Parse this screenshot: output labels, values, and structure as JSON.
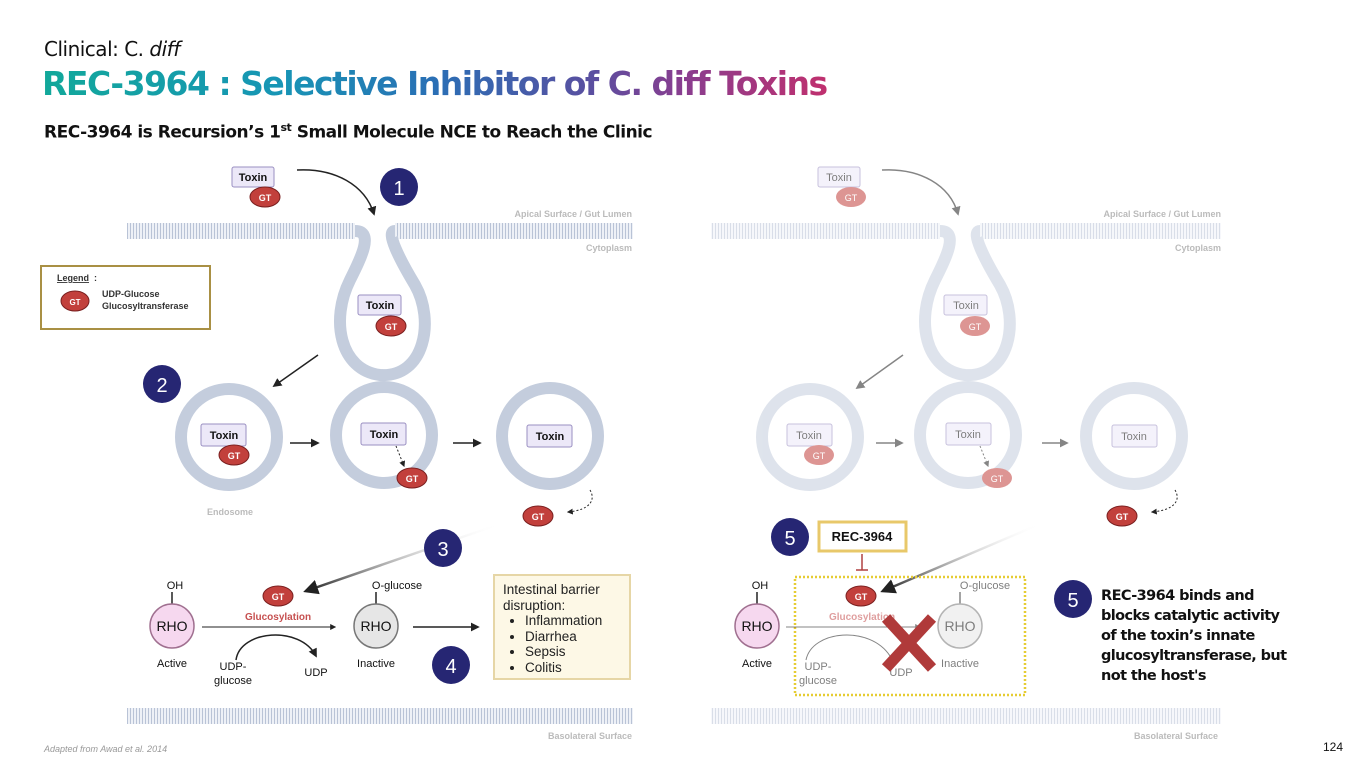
{
  "header": {
    "kicker_prefix": "Clinical: C. ",
    "kicker_italic": "diff",
    "title": "REC-3964 : Selective Inhibitor of C. diff Toxins",
    "subtitle_pre": "REC-3964 is Recursion’s 1",
    "subtitle_sup": "st",
    "subtitle_post": " Small Molecule NCE to Reach the Clinic"
  },
  "legend": {
    "heading": "Legend",
    "gt_label": "GT",
    "line1": "UDP-Glucose",
    "line2": "Glucosyltransferase"
  },
  "labels": {
    "toxin": "Toxin",
    "gt": "GT",
    "apical": "Apical Surface / Gut Lumen",
    "cytoplasm": "Cytoplasm",
    "endosome": "Endosome",
    "basolateral": "Basolateral Surface",
    "oh": "OH",
    "o_glucose": "O-glucose",
    "rho": "RHO",
    "active": "Active",
    "inactive": "Inactive",
    "glucosylation": "Glucosylation",
    "udp_glucose_1": "UDP-",
    "udp_glucose_2": "glucose",
    "udp": "UDP",
    "drug": "REC-3964"
  },
  "steps": {
    "s1": "1",
    "s2": "2",
    "s3": "3",
    "s4": "4",
    "s5": "5"
  },
  "effects": {
    "heading": "Intestinal barrier disruption:",
    "items": [
      "Inflammation",
      "Diarrhea",
      "Sepsis",
      "Colitis"
    ]
  },
  "sidenote": "REC-3964 binds and blocks catalytic activity of the toxin’s innate glucosyltransferase, but not the host's",
  "footer": {
    "citation": "Adapted from Awad et al. 2014",
    "page": "124"
  },
  "colors": {
    "step_circle": "#262673",
    "gt_fill": "#c2403c",
    "toxin_fill": "#ece8f8",
    "drug_border": "#e8c86a",
    "block_x": "#b03a3a"
  }
}
